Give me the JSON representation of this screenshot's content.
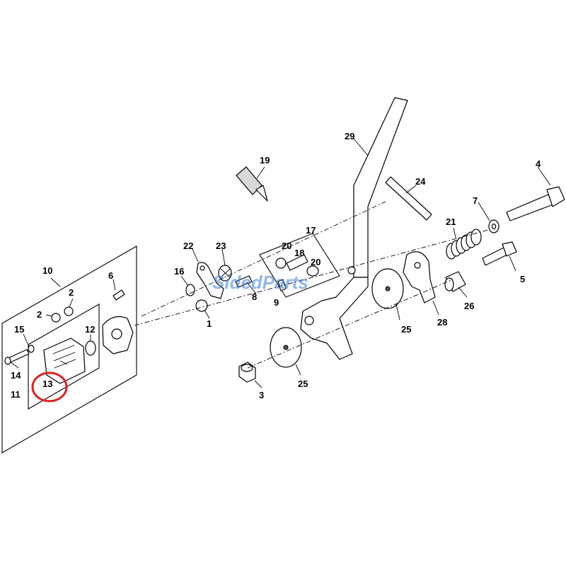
{
  "diagram": {
    "callouts": [
      {
        "id": "c1",
        "text": "1"
      },
      {
        "id": "c2a",
        "text": "2"
      },
      {
        "id": "c2b",
        "text": "2"
      },
      {
        "id": "c3",
        "text": "3"
      },
      {
        "id": "c4",
        "text": "4"
      },
      {
        "id": "c5",
        "text": "5"
      },
      {
        "id": "c6",
        "text": "6"
      },
      {
        "id": "c7",
        "text": "7"
      },
      {
        "id": "c8",
        "text": "8"
      },
      {
        "id": "c9",
        "text": "9"
      },
      {
        "id": "c10",
        "text": "10"
      },
      {
        "id": "c11",
        "text": "11"
      },
      {
        "id": "c12",
        "text": "12"
      },
      {
        "id": "c13",
        "text": "13"
      },
      {
        "id": "c14",
        "text": "14"
      },
      {
        "id": "c15",
        "text": "15"
      },
      {
        "id": "c16",
        "text": "16"
      },
      {
        "id": "c17",
        "text": "17"
      },
      {
        "id": "c18",
        "text": "18"
      },
      {
        "id": "c19",
        "text": "19"
      },
      {
        "id": "c20a",
        "text": "20"
      },
      {
        "id": "c20b",
        "text": "20"
      },
      {
        "id": "c21",
        "text": "21"
      },
      {
        "id": "c22",
        "text": "22"
      },
      {
        "id": "c23",
        "text": "23"
      },
      {
        "id": "c24",
        "text": "24"
      },
      {
        "id": "c25a",
        "text": "25"
      },
      {
        "id": "c25b",
        "text": "25"
      },
      {
        "id": "c26",
        "text": "26"
      },
      {
        "id": "c28",
        "text": "28"
      },
      {
        "id": "c29",
        "text": "29"
      }
    ],
    "highlight": {
      "target": "13",
      "color": "#e02020"
    },
    "watermark": {
      "text": "SidedParts",
      "color": "#3a7bd5",
      "accent": "#f2b705"
    }
  }
}
